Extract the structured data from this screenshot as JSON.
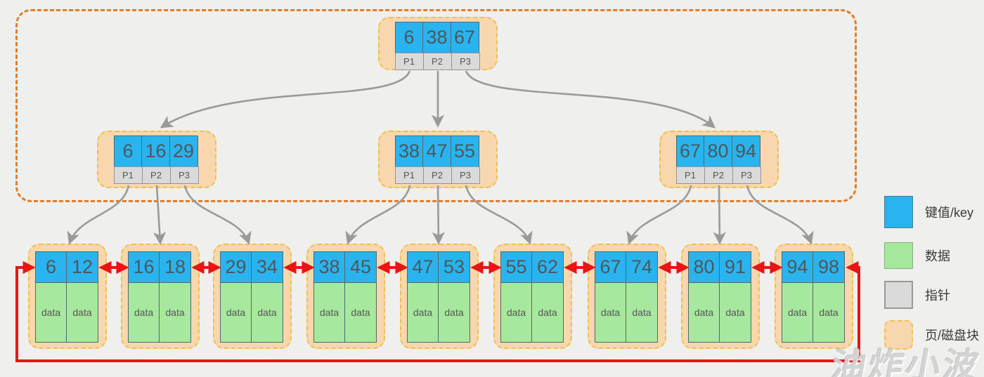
{
  "tree": {
    "root": {
      "keys": [
        "6",
        "38",
        "67"
      ],
      "pointers": [
        "P1",
        "P2",
        "P3"
      ]
    },
    "internals": [
      {
        "keys": [
          "6",
          "16",
          "29"
        ],
        "pointers": [
          "P1",
          "P2",
          "P3"
        ]
      },
      {
        "keys": [
          "38",
          "47",
          "55"
        ],
        "pointers": [
          "P1",
          "P2",
          "P3"
        ]
      },
      {
        "keys": [
          "67",
          "80",
          "94"
        ],
        "pointers": [
          "P1",
          "P2",
          "P3"
        ]
      }
    ],
    "leaves": [
      {
        "keys": [
          "6",
          "12"
        ],
        "cells": [
          "data",
          "data"
        ]
      },
      {
        "keys": [
          "16",
          "18"
        ],
        "cells": [
          "data",
          "data"
        ]
      },
      {
        "keys": [
          "29",
          "34"
        ],
        "cells": [
          "data",
          "data"
        ]
      },
      {
        "keys": [
          "38",
          "45"
        ],
        "cells": [
          "data",
          "data"
        ]
      },
      {
        "keys": [
          "47",
          "53"
        ],
        "cells": [
          "data",
          "data"
        ]
      },
      {
        "keys": [
          "55",
          "62"
        ],
        "cells": [
          "data",
          "data"
        ]
      },
      {
        "keys": [
          "67",
          "74"
        ],
        "cells": [
          "data",
          "data"
        ]
      },
      {
        "keys": [
          "80",
          "91"
        ],
        "cells": [
          "data",
          "data"
        ]
      },
      {
        "keys": [
          "94",
          "98"
        ],
        "cells": [
          "data",
          "data"
        ]
      }
    ]
  },
  "legend": [
    {
      "label": "键值/key",
      "color": "#29b4ef"
    },
    {
      "label": "数据",
      "color": "#a7e89f"
    },
    {
      "label": "指针",
      "color": "#dadada"
    },
    {
      "label": "页/磁盘块",
      "color": "#f8d7ae"
    }
  ],
  "watermark": "油炸小波",
  "colors": {
    "key_blue": "#29b4ef",
    "data_green": "#a7e89f",
    "pointer_gray": "#dadada",
    "page_peach": "#f8d7ae",
    "page_dash_gold": "#eec04e",
    "outer_dash_orange": "#e27d28",
    "tree_arrow_gray": "#9a9a9a",
    "linked_list_red": "#e91414",
    "background": "#efefee"
  }
}
